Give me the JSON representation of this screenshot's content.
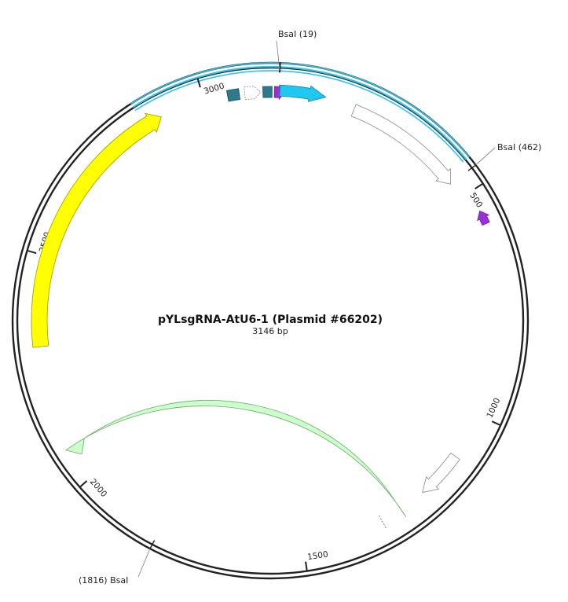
{
  "plasmid": {
    "name": "pYLsgRNA-AtU6-1 (Plasmid #66202)",
    "size_label": "3146 bp",
    "length_bp": 3146
  },
  "ticks": [
    {
      "bp": 500,
      "label": "500"
    },
    {
      "bp": 1000,
      "label": "1000"
    },
    {
      "bp": 1500,
      "label": "1500"
    },
    {
      "bp": 2000,
      "label": "2000"
    },
    {
      "bp": 2500,
      "label": "2500"
    },
    {
      "bp": 3000,
      "label": "3000"
    }
  ],
  "sites": [
    {
      "bp": 19,
      "label": "BsaI  (19)"
    },
    {
      "bp": 462,
      "label": "BsaI  (462)"
    },
    {
      "bp": 1816,
      "label": "(1816)  BsaI"
    }
  ],
  "colors": {
    "backbone": "#222222",
    "region": "#33c3ea",
    "cyan": "#1ec8f0",
    "teal": "#2c7a8c",
    "purple": "#9b30d9",
    "yellow": "#ffff00",
    "green": "#ccffcc",
    "white": "#ffffff"
  }
}
